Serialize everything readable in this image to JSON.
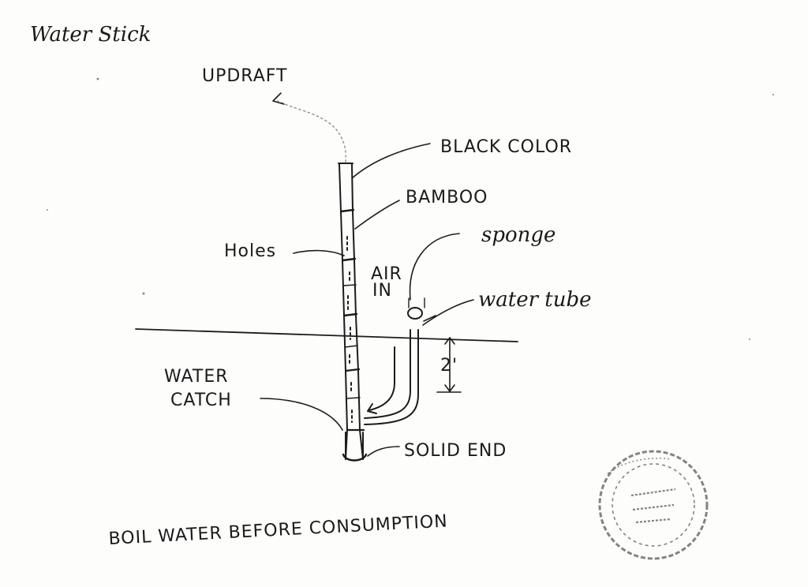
{
  "title": "Water Stick",
  "labels": {
    "updraft": "UPDRAFT",
    "black_color": "BLACK COLOR",
    "bamboo": "BAMBOO",
    "holes": "Holes",
    "air_in_line1": "AIR",
    "air_in_line2": "IN",
    "sponge": "sponge",
    "water_tube": "water tube",
    "depth": "2'",
    "water_catch_line1": "WATER",
    "water_catch_line2": "CATCH",
    "solid_end": "SOLID END"
  },
  "footer_note": "BOIL WATER BEFORE CONSUMPTION",
  "colors": {
    "ink": "#1c1c1c",
    "paper": "#fdfdfc",
    "stamp": "#5a5a5a"
  }
}
